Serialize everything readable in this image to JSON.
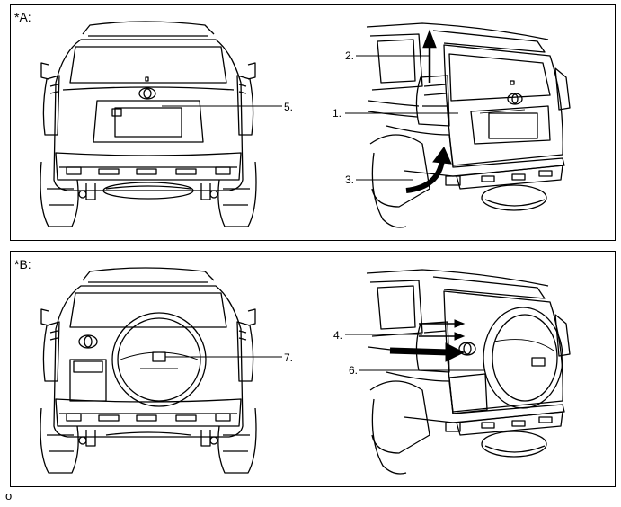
{
  "panels": [
    {
      "label": "*A:"
    },
    {
      "label": "*B:"
    }
  ],
  "callouts": {
    "c1": "1.",
    "c2": "2.",
    "c3": "3.",
    "c4": "4.",
    "c5": "5.",
    "c6": "6.",
    "c7": "7."
  },
  "footer": "o"
}
